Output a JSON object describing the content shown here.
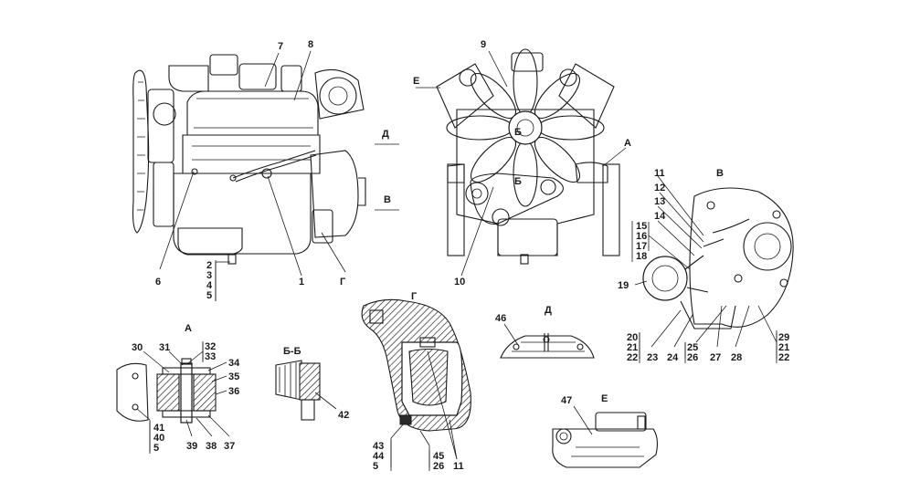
{
  "views": {
    "side": {
      "callouts": [
        "7",
        "8",
        "Д",
        "В",
        "6",
        "1",
        "Г"
      ],
      "stack": [
        "2",
        "3",
        "4",
        "5"
      ]
    },
    "front": {
      "callouts": [
        "9",
        "Е",
        "Б",
        "Б",
        "А",
        "10"
      ]
    },
    "B": {
      "title": "В",
      "callouts": [
        "11",
        "12",
        "13",
        "14",
        "19",
        "23",
        "24",
        "27",
        "28"
      ],
      "stack_left": [
        "15",
        "16",
        "17",
        "18"
      ],
      "stack_bottom_left": [
        "20",
        "21",
        "22"
      ],
      "stack_mid": [
        "25",
        "26"
      ],
      "stack_right": [
        "29",
        "21",
        "22"
      ]
    },
    "A": {
      "title": "А",
      "callouts": [
        "30",
        "31",
        "34",
        "35",
        "36",
        "39",
        "38",
        "37"
      ],
      "stack_top": [
        "32",
        "33"
      ],
      "stack_bottom": [
        "41",
        "40",
        "5"
      ]
    },
    "BB": {
      "title": "Б-Б",
      "callouts": [
        "42"
      ]
    },
    "G": {
      "title": "Г",
      "callouts": [
        "11"
      ],
      "stack_left": [
        "43",
        "44",
        "5"
      ],
      "stack_right": [
        "45",
        "26"
      ]
    },
    "D": {
      "title": "Д",
      "callouts": [
        "46"
      ]
    },
    "E": {
      "title": "Е",
      "callouts": [
        "47"
      ]
    }
  }
}
